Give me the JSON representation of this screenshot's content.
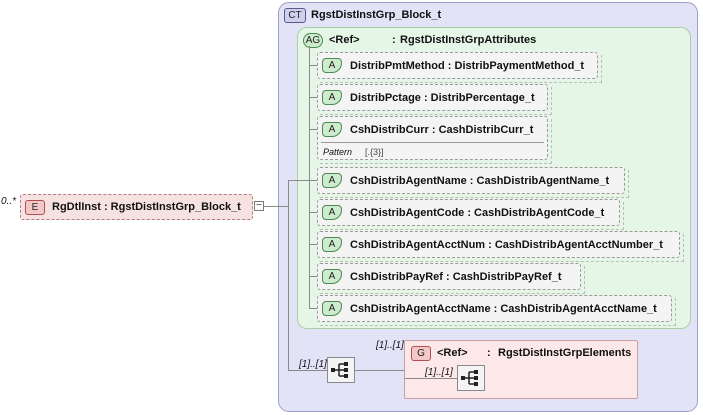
{
  "complex_type": {
    "badge": "CT",
    "name": "RgstDistInstGrp_Block_t"
  },
  "attribute_group": {
    "badge": "AG",
    "ref": "<Ref>",
    "sep": ":",
    "name": "RgstDistInstGrpAttributes"
  },
  "attributes": [
    {
      "badge": "A",
      "text": "DistribPmtMethod : DistribPaymentMethod_t"
    },
    {
      "badge": "A",
      "text": "DistribPctage : DistribPercentage_t"
    },
    {
      "badge": "A",
      "text": "CshDistribCurr : CashDistribCurr_t"
    },
    {
      "badge": "A",
      "text": "CshDistribAgentName : CashDistribAgentName_t"
    },
    {
      "badge": "A",
      "text": "CshDistribAgentCode : CashDistribAgentCode_t"
    },
    {
      "badge": "A",
      "text": "CshDistribAgentAcctNum : CashDistribAgentAcctNumber_t"
    },
    {
      "badge": "A",
      "text": "CshDistribPayRef : CashDistribPayRef_t"
    },
    {
      "badge": "A",
      "text": "CshDistribAgentAcctName : CashDistribAgentAcctName_t"
    }
  ],
  "pattern": {
    "label": "Pattern",
    "value": "[.{3}]"
  },
  "element": {
    "badge": "E",
    "text": "RgDtlInst : RgstDistInstGrp_Block_t",
    "multiplicity": "0..*",
    "expand": "−"
  },
  "sequence": {
    "multiplicity": "[1]..[1]"
  },
  "group": {
    "badge": "G",
    "ref": "<Ref>",
    "sep": ":",
    "name": "RgstDistInstGrpElements",
    "multiplicity": "[1]..[1]",
    "inner_multiplicity": "[1]..[1]"
  }
}
